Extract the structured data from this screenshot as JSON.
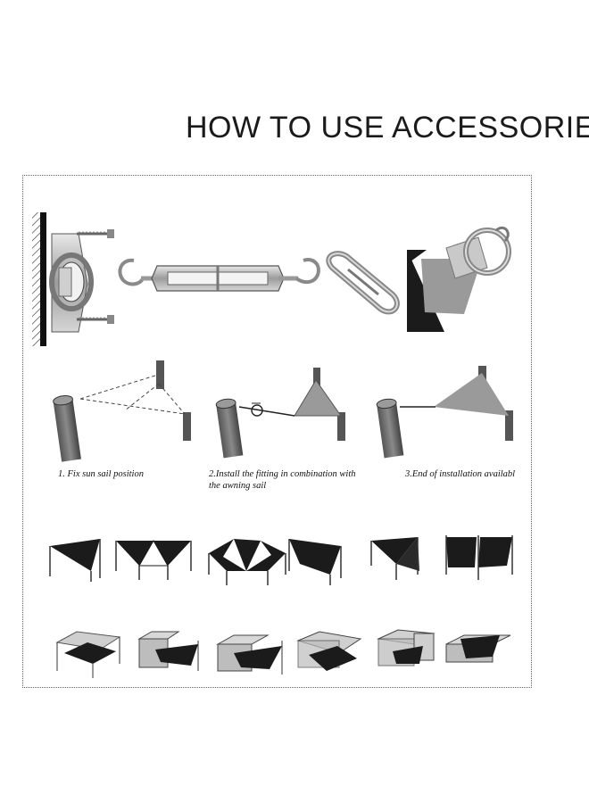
{
  "page": {
    "title": "HOW TO USE ACCESSORIES"
  },
  "steps": [
    {
      "label": "1. Fix sun sail position"
    },
    {
      "label": "2.Install the fitting in combination with",
      "label_line2": "the awning sail"
    },
    {
      "label": "3.End of installation availabl"
    }
  ],
  "hardware": [
    {
      "icon": "pad-eye-plate-icon"
    },
    {
      "icon": "screw-icon"
    },
    {
      "icon": "turnbuckle-icon"
    },
    {
      "icon": "snap-hook-icon"
    },
    {
      "icon": "sail-corner-ring-icon"
    }
  ],
  "colors": {
    "sail_dark": "#1b1b1b",
    "sail_grey": "#9a9a9a",
    "metal": "#b9b9b9",
    "frame_border": "#666666"
  }
}
